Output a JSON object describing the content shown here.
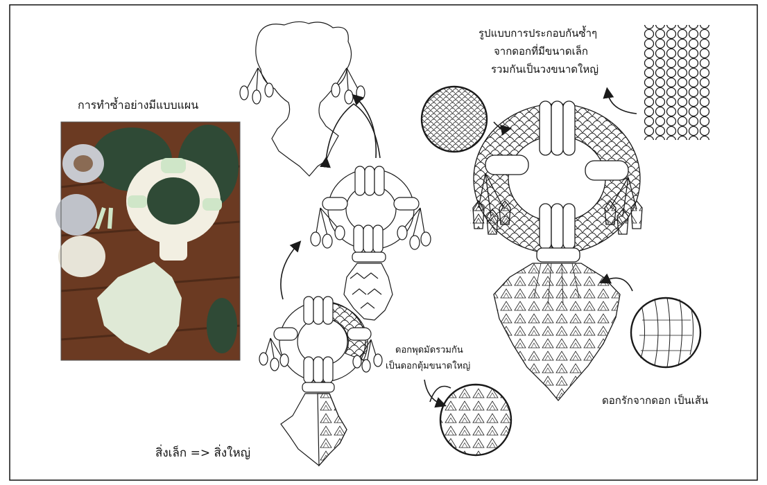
{
  "labels": {
    "photo_caption": "การทำซ้ำอย่างมีแบบแผน",
    "pattern_note": [
      "รูปแบบการประกอบกันซ้ำๆ",
      "จากดอกที่มีขนาดเล็ก",
      "รวมกันเป็นวงขนาดใหญ่"
    ],
    "flower_group_note": [
      "ดอกพุดมัดรวมกัน",
      "เป็นดอกตุ้มขนาดใหญ่"
    ],
    "strand_note": "ดอกรักจากดอก เป็นเส้น",
    "small_to_big": "สิ่งเล็ก => สิ่งใหญ่"
  },
  "colors": {
    "line": "#1a1a1a",
    "wood": "#6b3a22",
    "jasmine": "#f2efe2",
    "leaf": "#2f4a36",
    "mint": "#cfe6c8"
  }
}
